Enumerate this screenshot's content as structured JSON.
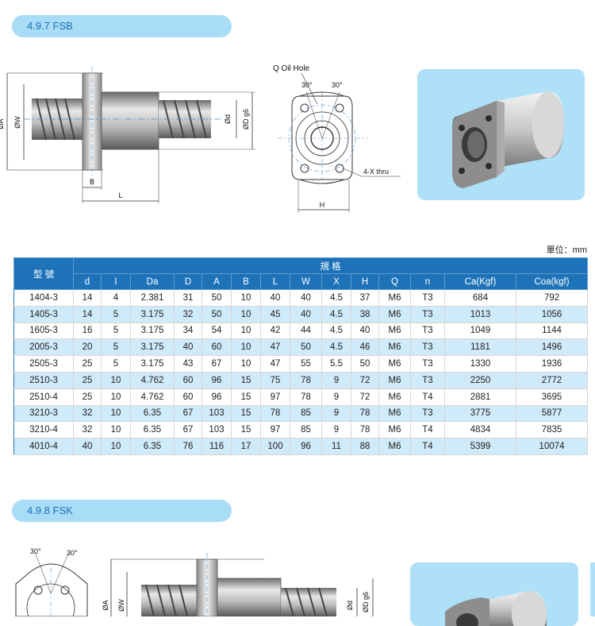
{
  "section1": {
    "title": "4.9.7   FSB"
  },
  "section2": {
    "title": "4.9.8   FSK"
  },
  "drawing1": {
    "labels": {
      "da": "ØA",
      "dw": "ØW",
      "b": "B",
      "l": "L",
      "dd": "ØD g6",
      "dsmall": "Ød"
    }
  },
  "drawing2": {
    "labels": {
      "oil": "Q Oil Hole",
      "a1": "30°",
      "a2": "30°",
      "thru": "4-X  thru",
      "h": "H"
    }
  },
  "drawing3": {
    "labels": {
      "a1": "30°",
      "a2": "30°",
      "da": "ØA",
      "dw": "ØW",
      "dd": "Ød",
      "dg": "ØD g6"
    }
  },
  "unit": "單位：mm",
  "table": {
    "model_header": "型 號",
    "spec_header": "規  格",
    "columns": [
      "d",
      "I",
      "Da",
      "D",
      "A",
      "B",
      "L",
      "W",
      "X",
      "H",
      "Q",
      "n",
      "Ca(Kgf)",
      "Coa(kgf)"
    ],
    "rows": [
      [
        "1404-3",
        "14",
        "4",
        "2.381",
        "31",
        "50",
        "10",
        "40",
        "40",
        "4.5",
        "37",
        "M6",
        "T3",
        "684",
        "792"
      ],
      [
        "1405-3",
        "14",
        "5",
        "3.175",
        "32",
        "50",
        "10",
        "45",
        "40",
        "4.5",
        "38",
        "M6",
        "T3",
        "1013",
        "1056"
      ],
      [
        "1605-3",
        "16",
        "5",
        "3.175",
        "34",
        "54",
        "10",
        "42",
        "44",
        "4.5",
        "40",
        "M6",
        "T3",
        "1049",
        "1144"
      ],
      [
        "2005-3",
        "20",
        "5",
        "3.175",
        "40",
        "60",
        "10",
        "47",
        "50",
        "4.5",
        "46",
        "M6",
        "T3",
        "1181",
        "1496"
      ],
      [
        "2505-3",
        "25",
        "5",
        "3.175",
        "43",
        "67",
        "10",
        "47",
        "55",
        "5.5",
        "50",
        "M6",
        "T3",
        "1330",
        "1936"
      ],
      [
        "2510-3",
        "25",
        "10",
        "4.762",
        "60",
        "96",
        "15",
        "75",
        "78",
        "9",
        "72",
        "M6",
        "T3",
        "2250",
        "2772"
      ],
      [
        "2510-4",
        "25",
        "10",
        "4.762",
        "60",
        "96",
        "15",
        "97",
        "78",
        "9",
        "72",
        "M6",
        "T4",
        "2881",
        "3695"
      ],
      [
        "3210-3",
        "32",
        "10",
        "6.35",
        "67",
        "103",
        "15",
        "78",
        "85",
        "9",
        "78",
        "M6",
        "T3",
        "3775",
        "5877"
      ],
      [
        "3210-4",
        "32",
        "10",
        "6.35",
        "67",
        "103",
        "15",
        "97",
        "85",
        "9",
        "78",
        "M6",
        "T4",
        "4834",
        "7835"
      ],
      [
        "4010-4",
        "40",
        "10",
        "6.35",
        "76",
        "116",
        "17",
        "100",
        "96",
        "11",
        "88",
        "M6",
        "T4",
        "5399",
        "10074"
      ]
    ]
  }
}
